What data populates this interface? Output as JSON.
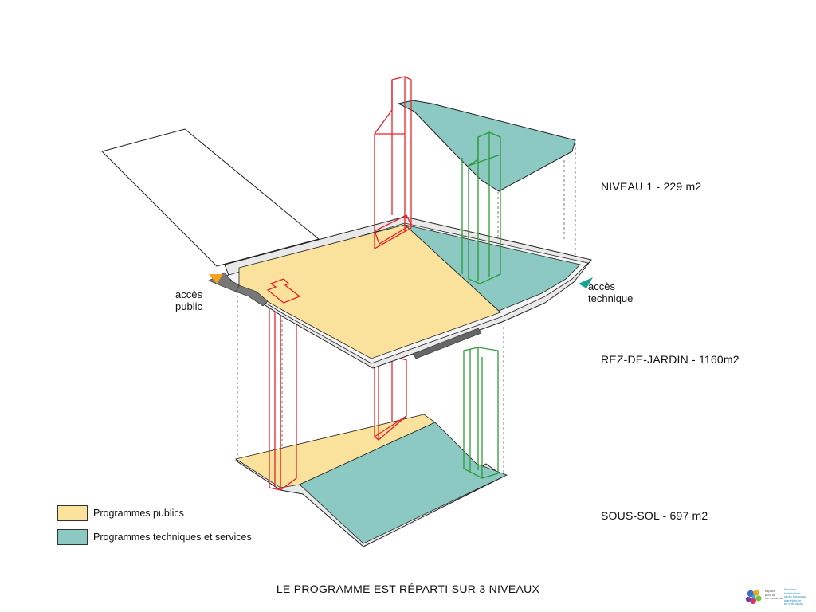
{
  "levels": {
    "niveau1": "NIVEAU 1 - 229 m2",
    "rez": "REZ-DE-JARDIN - 1160m2",
    "soussol": "SOUS-SOL - 697 m2"
  },
  "access": {
    "public": "accès\npublic",
    "technique": "accès\ntechnique"
  },
  "legend": {
    "public": "Programmes publics",
    "technique": "Programmes techniques et services"
  },
  "caption": "LE PROGRAMME EST RÉPARTI SUR 3 NIVEAUX",
  "logo": {
    "left_text": "espace\npour la\nvie montréal",
    "right_text": "biodôme\ninsectarium\njardin botanique\nplanétarium\nrio tinto alcan"
  },
  "colors": {
    "public": "#fbe29c",
    "technique": "#8cc9c2",
    "red_shaft": "#e8232a",
    "green_shaft": "#2c9a35",
    "public_arrow": "#f5a21c",
    "technique_arrow": "#19a38f"
  }
}
